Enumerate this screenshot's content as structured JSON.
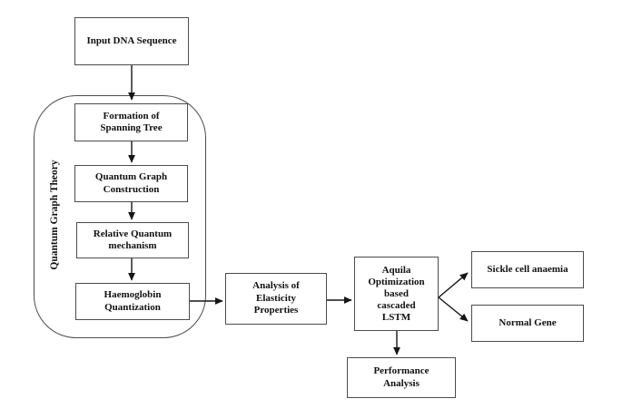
{
  "flowchart": {
    "group": {
      "label": "Quantum Graph Theory"
    },
    "nodes": {
      "input_dna": {
        "label": "Input DNA Sequence"
      },
      "formation": {
        "label": "Formation of\nSpanning Tree"
      },
      "quantum_graph": {
        "label": "Quantum Graph\nConstruction"
      },
      "relative_quantum": {
        "label": "Relative Quantum\nmechanism"
      },
      "haemoglobin": {
        "label": "Haemoglobin\nQuantization"
      },
      "elasticity": {
        "label": "Analysis of\nElasticity\nProperties"
      },
      "aquila": {
        "label": "Aquila\nOptimization\nbased\ncascaded\nLSTM"
      },
      "sickle": {
        "label": "Sickle cell anaemia"
      },
      "normal": {
        "label": "Normal Gene"
      },
      "performance": {
        "label": "Performance\nAnalysis"
      }
    },
    "colors": {
      "background": "#ffffff",
      "box_border": "#4c4c4c",
      "arrow": "#161616",
      "text": "#111111"
    }
  }
}
